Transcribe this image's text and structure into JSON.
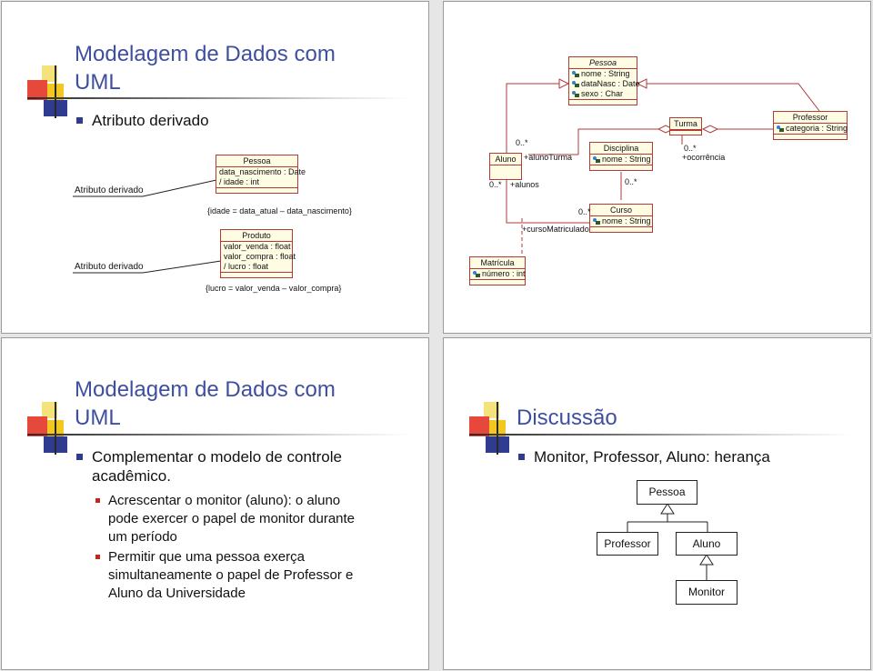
{
  "slide1": {
    "title": "Modelagem de Dados com UML",
    "title_line1": "Modelagem de Dados com",
    "title_line2": "UML",
    "bullet": "Atributo derivado",
    "label1": "Atributo derivado",
    "label2": "Atributo derivado",
    "class1": {
      "name": "Pessoa",
      "attrs": [
        "data_nascimento : Date",
        "/ idade : int"
      ]
    },
    "constraint1": "{idade = data_atual – data_nascimento}",
    "class2": {
      "name": "Produto",
      "attrs": [
        "valor_venda : float",
        "valor_compra : float",
        "/ lucro : float"
      ]
    },
    "constraint2": "{lucro = valor_venda – valor_compra}"
  },
  "slide2": {
    "pessoa": {
      "name": "Pessoa",
      "attrs": [
        "nome : String",
        "dataNasc : Date",
        "sexo : Char"
      ]
    },
    "turma": {
      "name": "Turma"
    },
    "professor": {
      "name": "Professor",
      "attrs": [
        "categoria : String"
      ]
    },
    "aluno": {
      "name": "Aluno"
    },
    "disciplina": {
      "name": "Disciplina",
      "attrs": [
        "nome : String"
      ]
    },
    "curso": {
      "name": "Curso",
      "attrs": [
        "nome : String"
      ]
    },
    "matricula": {
      "name": "Matrícula",
      "attrs": [
        "número : int"
      ]
    },
    "labels": {
      "m1": "0..*",
      "alunoTurma": "+alunoTurma",
      "m2": "0..*",
      "alunos": "+alunos",
      "m3": "0..*",
      "m4": "0..*",
      "ocorrencia": "+ocorrência",
      "m5": "0..*",
      "cursoMatriculado": "+cursoMatriculado"
    }
  },
  "slide3": {
    "title_line1": "Modelagem de Dados com",
    "title_line2": "UML",
    "bullet_line1": "Complementar o modelo de controle",
    "bullet_line2": "acadêmico.",
    "sub1_line1": "Acrescentar o monitor (aluno): o aluno",
    "sub1_line2": "pode exercer o papel de monitor durante",
    "sub1_line3": "um período",
    "sub2_line1": "Permitir que uma pessoa exerça",
    "sub2_line2": "simultaneamente o papel de Professor e",
    "sub2_line3": "Aluno da Universidade"
  },
  "slide4": {
    "title": "Discussão",
    "bullet": "Monitor, Professor, Aluno: herança",
    "boxes": {
      "pessoa": "Pessoa",
      "professor": "Professor",
      "aluno": "Aluno",
      "monitor": "Monitor"
    }
  },
  "colors": {
    "title": "#3f4fa0",
    "uml_border": "#b23a3a",
    "uml_fill": "#fffce4",
    "bullet": "#2f3b8f",
    "sub_bullet": "#c0281e"
  }
}
